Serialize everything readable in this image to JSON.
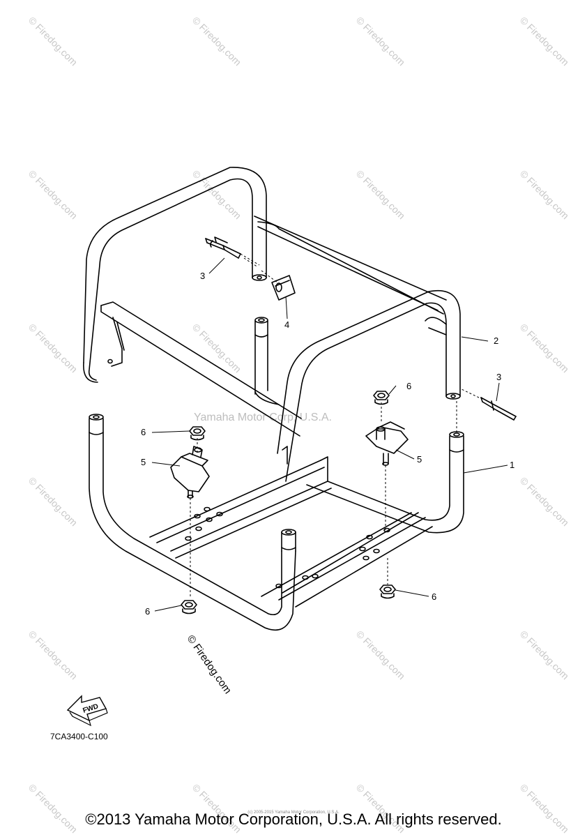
{
  "diagram": {
    "center_watermark": "Yamaha Motor Corp, U.S.A.",
    "watermark_text": "© Firedog.com",
    "callouts": {
      "c1": "1",
      "c2": "2",
      "c3a": "3",
      "c3b": "3",
      "c4": "4",
      "c5a": "5",
      "c5b": "5",
      "c6a": "6",
      "c6b": "6",
      "c6c": "6",
      "c6d": "6"
    },
    "fwd_label": "FWD",
    "part_code": "7CA3400-C100",
    "colors": {
      "line": "#000000",
      "watermark": "#c8c8c8"
    }
  },
  "footer": {
    "copyright": "©2013 Yamaha Motor Corporation, U.S.A. All rights reserved.",
    "faint_notice": "(c) 2005-2015 Yamaha Motor Corporation, U.S.A."
  }
}
